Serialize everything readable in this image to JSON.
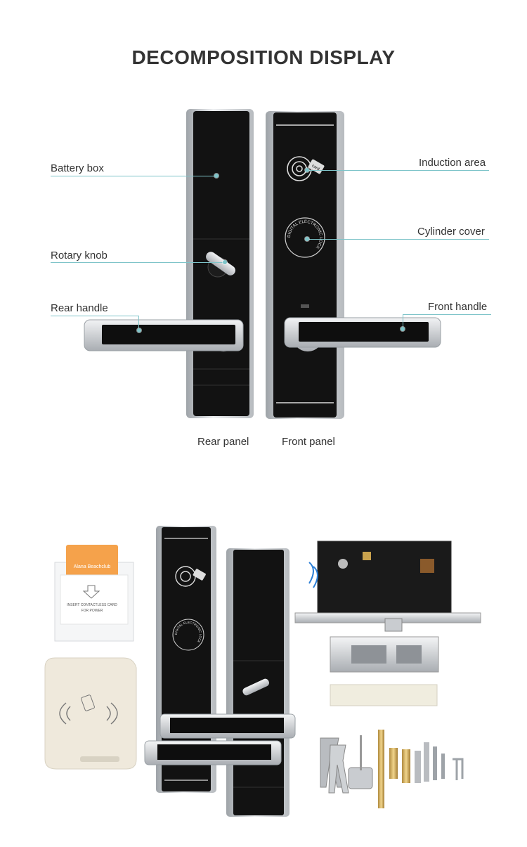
{
  "title": "DECOMPOSITION DISPLAY",
  "labels": {
    "battery_box": "Battery box",
    "rotary_knob": "Rotary knob",
    "rear_handle": "Rear handle",
    "induction_area": "Induction area",
    "cylinder_cover": "Cylinder cover",
    "front_handle": "Front handle"
  },
  "captions": {
    "rear_panel": "Rear panel",
    "front_panel": "Front panel"
  },
  "card": {
    "brand": "Alana Beachclub",
    "instruction_line1": "INSERT CONTACTLESS CARD",
    "instruction_line2": "FOR POWER"
  },
  "lock_text": "DIGITAL ELECTRONIC LOCK",
  "card_badge": "card",
  "colors": {
    "accent_line": "#7ec4c9",
    "panel_black": "#111111",
    "silver": "#c9ccd0",
    "card_orange": "#f5a24b"
  }
}
